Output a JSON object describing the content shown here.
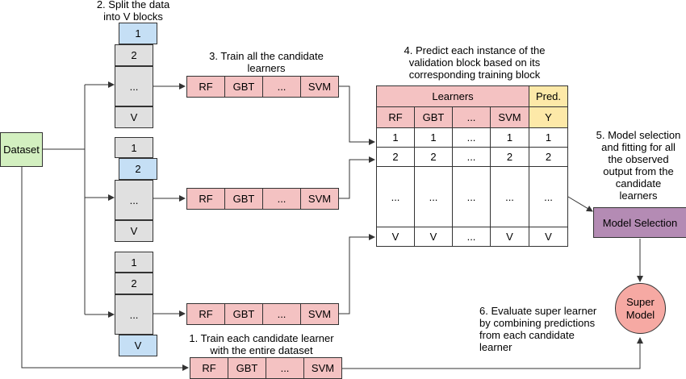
{
  "dataset_label": "Dataset",
  "step2_label": "2. Split the data\ninto V blocks",
  "step3_label": "3. Train all the candidate\nlearners",
  "step4_label": "4. Predict each instance of the\nvalidation block based on its\ncorresponding training block",
  "step5_label": "5. Model selection\nand fitting for all\nthe observed\noutput from the\ncandidate\nlearners",
  "step6_label": "6. Evaluate super learner\nby combining predictions\nfrom each candidate\nlearner",
  "step1_label": "1. Train each candidate learner\nwith the entire dataset",
  "block_labels": [
    "1",
    "2",
    "...",
    "V"
  ],
  "learners": [
    "RF",
    "GBT",
    "...",
    "SVM"
  ],
  "table": {
    "learners_header": "Learners",
    "pred_header": "Pred.",
    "pred_sub": "Y",
    "columns": [
      "RF",
      "GBT",
      "...",
      "SVM"
    ],
    "rows": [
      [
        "1",
        "1",
        "...",
        "1",
        "1"
      ],
      [
        "2",
        "2",
        "...",
        "2",
        "2"
      ],
      [
        "...",
        "...",
        "...",
        "...",
        "..."
      ],
      [
        "V",
        "V",
        "...",
        "V",
        "V"
      ]
    ]
  },
  "model_selection_label": "Model Selection",
  "super_model_label": "Super\nModel",
  "colors": {
    "block": "#e0e0e0",
    "validation_block": "#c5dff5",
    "learner": "#f4c2c2",
    "dataset": "#d3f0c0",
    "model_selection": "#b48bb4",
    "super_model": "#f6a9a3",
    "pred": "#fde9a8"
  }
}
